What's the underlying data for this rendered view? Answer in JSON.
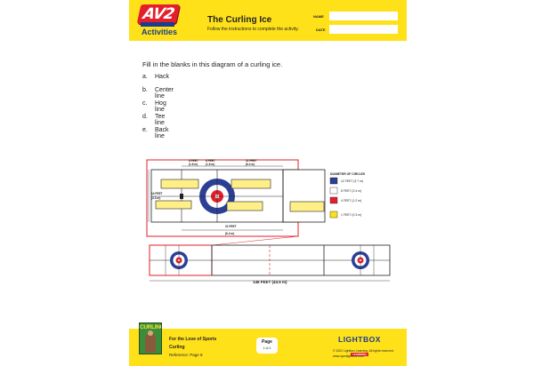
{
  "header": {
    "logo_text": "AV2",
    "logo_tag": "WEIGL",
    "activities_label": "Activities",
    "title": "The Curling Ice",
    "subtitle": "Follow the instructions to complete the activity.",
    "name_label": "NAME",
    "date_label": "DATE",
    "name_value": "",
    "date_value": ""
  },
  "content": {
    "instruction": "Fill in the blanks in this diagram of a curling ice.",
    "items": [
      {
        "letter": "a.",
        "text": "Hack"
      },
      {
        "letter": "b.",
        "text": "Center line"
      },
      {
        "letter": "c.",
        "text": "Hog line"
      },
      {
        "letter": "d.",
        "text": "Tee line"
      },
      {
        "letter": "e.",
        "text": "Back line"
      }
    ]
  },
  "diagram": {
    "dim_top_1_ft": "6 FEET",
    "dim_top_1_m": "(1.8 m)",
    "dim_top_2_ft": "6 FEET",
    "dim_top_2_m": "(1.8 m)",
    "dim_top_3_ft": "21 FEET",
    "dim_top_3_m": "(6.4 m)",
    "dim_left_ft": "14 FEET",
    "dim_left_m": "(4.3 m)",
    "dim_bottom_ft": "21 FEET",
    "dim_bottom_m": "(6.4 m)",
    "dim_full": "146 FEET (44.5 m)",
    "legend_title": "DIAMETER OF CIRCLES",
    "legend": [
      {
        "label": "12 FEET (3.7 m)",
        "color": "#2b3f95"
      },
      {
        "label": "8 FEET (2.4 m)",
        "color": "#ffffff"
      },
      {
        "label": "4 FEET (1.2 m)",
        "color": "#e41f2b"
      },
      {
        "label": "1 FEET (0.3 m)",
        "color": "#ffe11a"
      }
    ],
    "colors": {
      "blue": "#2b3f95",
      "red": "#e41f2b",
      "yellow": "#ffe11a",
      "blank_box": "#ffef88"
    }
  },
  "footer": {
    "cover_title": "CURLING",
    "series": "For the Love of Sports",
    "topic": "Curling",
    "reference": "Reference: Page 8",
    "page_label": "Page",
    "page_count": "1 of 1",
    "brand": "LIGHTBOX",
    "brand_sub": "LEARNING",
    "copyright": "© 2022 Lightbox Learning. All rights reserved.",
    "url": "www.openlightbox.com"
  }
}
